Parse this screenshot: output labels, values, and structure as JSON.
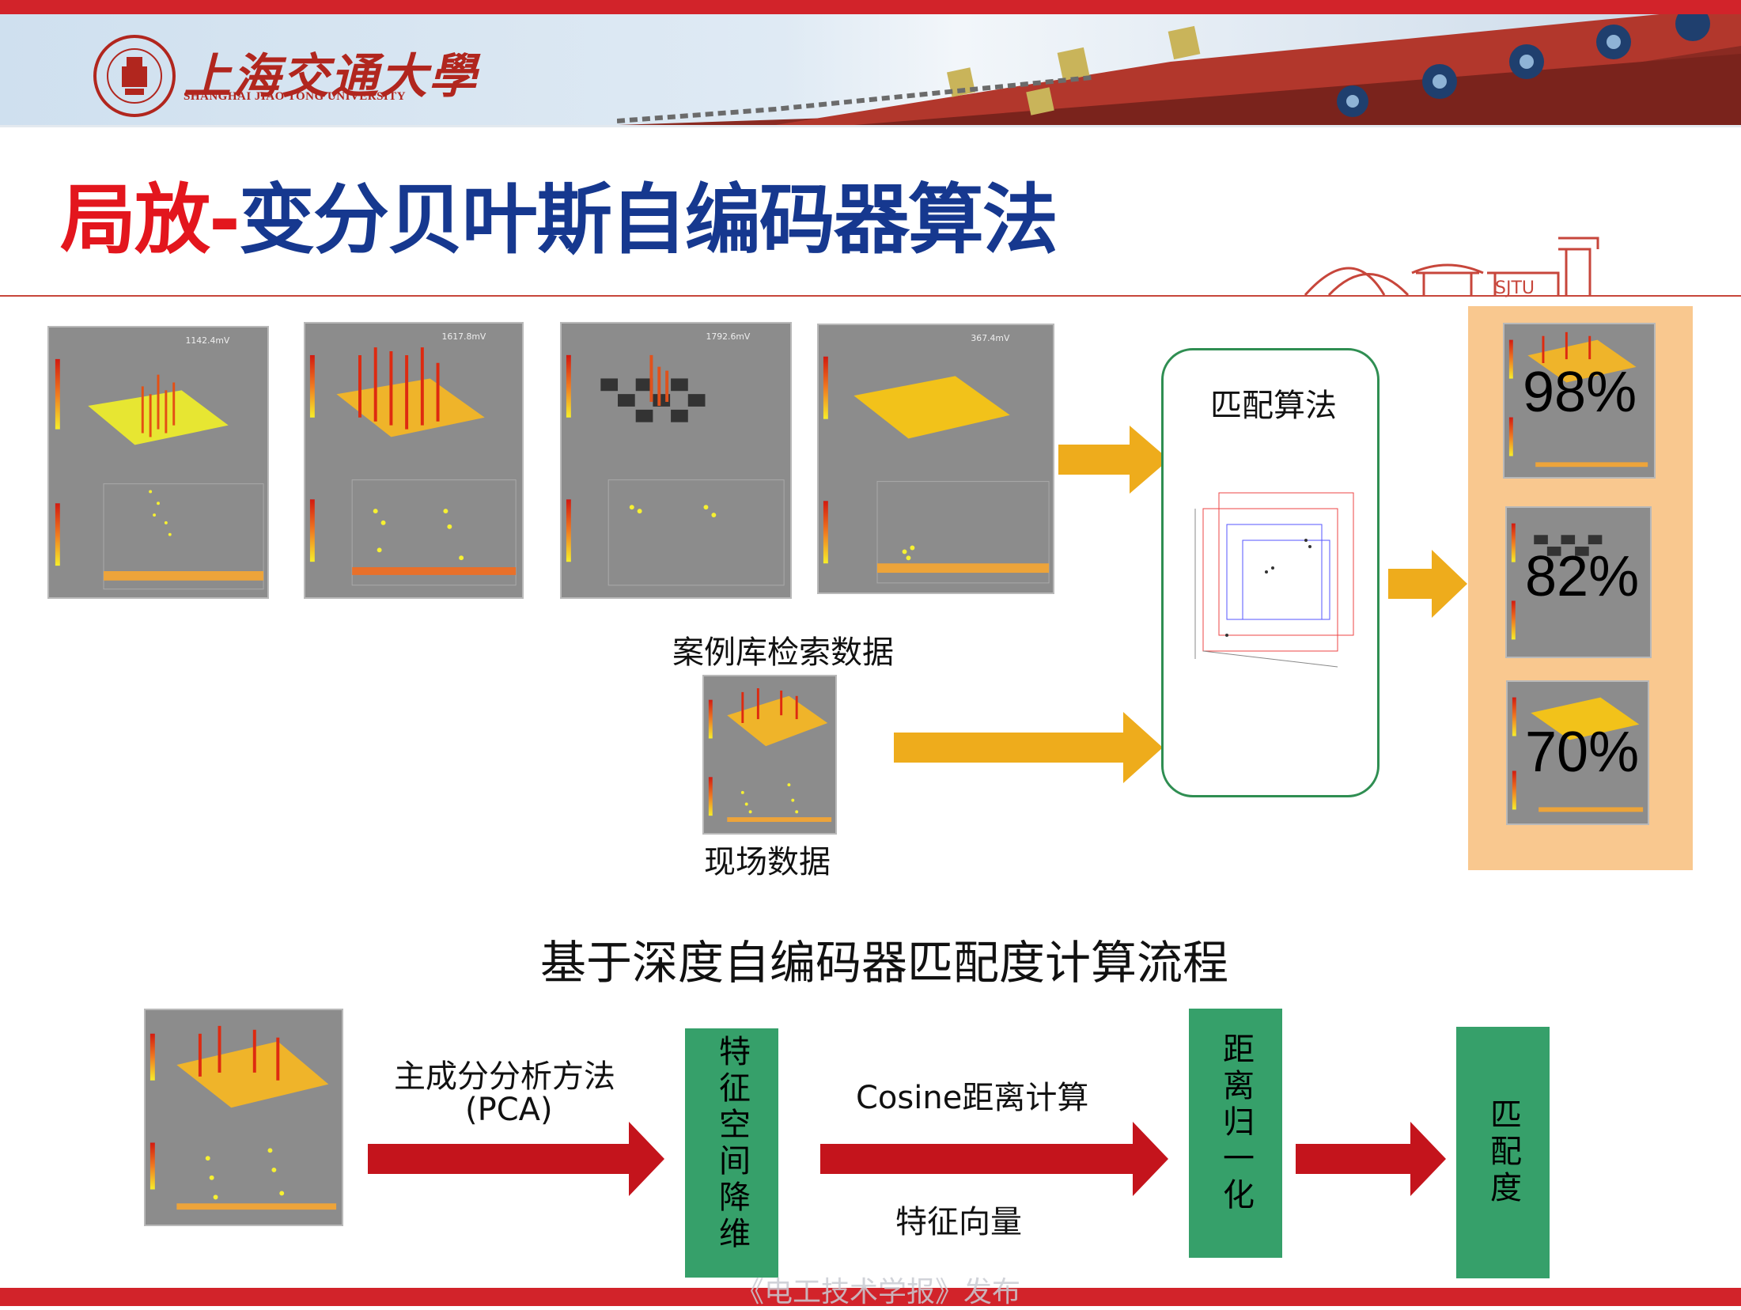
{
  "header": {
    "logo_cn": "上海交通大學",
    "logo_en": "SHANGHAI JIAO TONG UNIVERSITY",
    "skyline_text": "SJTU"
  },
  "title": {
    "part_red": "局放-",
    "part_blue": "变分贝叶斯自编码器算法"
  },
  "case_plots": [
    {
      "value_label": "1142.4mV"
    },
    {
      "value_label": "1617.8mV"
    },
    {
      "value_label": "1792.6mV"
    },
    {
      "value_label": "367.4mV"
    }
  ],
  "labels": {
    "case_library": "案例库检索数据",
    "field_data": "现场数据",
    "match_algorithm": "匹配算法",
    "flow_title": "基于深度自编码器匹配度计算流程",
    "pca_line1": "主成分分析方法",
    "pca_line2": "(PCA)",
    "cosine": "Cosine距离计算",
    "feature_vector": "特征向量"
  },
  "results": [
    {
      "percent": "98%"
    },
    {
      "percent": "82%"
    },
    {
      "percent": "70%"
    }
  ],
  "flow_boxes": [
    {
      "text": "特征空间降维"
    },
    {
      "text": "距离归一化"
    },
    {
      "text": "匹配度"
    }
  ],
  "watermark": "《电工技术学报》发布",
  "colors": {
    "title_red": "#e3161d",
    "title_blue": "#16388f",
    "arrow_yellow": "#eeac1c",
    "arrow_red": "#c4141c",
    "box_green": "#36a06a",
    "panel_orange": "#f9c88f"
  }
}
